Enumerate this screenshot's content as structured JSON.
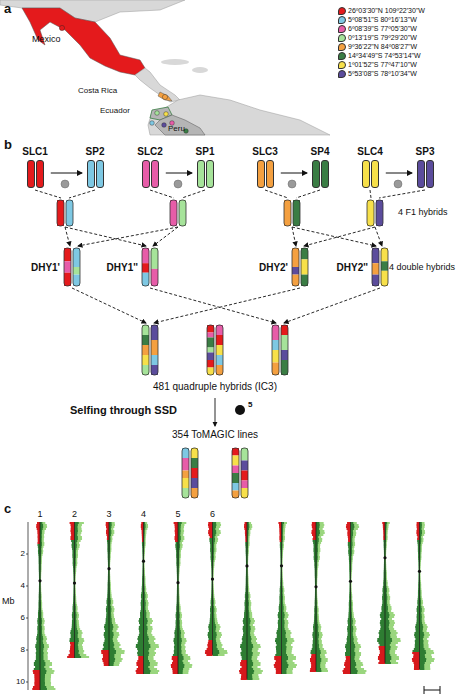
{
  "diagram": {
    "nodes": [
      {
        "text": [
          "SLC1"
        ]
      },
      {
        "text": [
          "SP2"
        ]
      },
      {
        "text": [
          "SLC2"
        ]
      },
      {
        "text": [
          "SP1"
        ]
      },
      {
        "text": [
          "SLC3"
        ]
      },
      {
        "text": [
          "SP4"
        ]
      },
      {
        "text": [
          "SLC4"
        ]
      },
      {
        "text": [
          "SP3"
        ]
      }
    ],
    "edges": [
      {
        "from": 0,
        "to": 1,
        "arrow": "to"
      },
      {
        "from": 2,
        "to": 3,
        "arrow": "to"
      },
      {
        "from": 4,
        "to": 5,
        "arrow": "to"
      },
      {
        "from": 6,
        "to": 7,
        "arrow": "to"
      }
    ],
    "labels": [
      "a",
      "Mexico",
      "Costa Rica",
      "Ecuador",
      "Peru",
      "b",
      "4 F1 hybrids",
      "DHY1'",
      "DHY1''",
      "DHY2'",
      "DHY2''",
      "4 double hybrids",
      "481 quadruple hybrids (IC3)",
      "Selfing through SSD",
      "5",
      "354 ToMAGIC lines",
      "c",
      "1",
      "2",
      "3",
      "4",
      "5",
      "6",
      "Mb",
      "2",
      "4",
      "6",
      "8",
      "10"
    ],
    "legend": [
      {
        "text": "26º03'30\"N 109º22'30\"W",
        "color": "#e41a1c"
      },
      {
        "text": "5º08'51\"S 80º16'13\"W",
        "color": "#7ec8e3"
      },
      {
        "text": "6º08'39\"S 77º05'30\"W",
        "color": "#e75ca8"
      },
      {
        "text": "0º13'19\"S 79º29'20\"W",
        "color": "#a6e39a"
      },
      {
        "text": "9º36'22\"N 84º08'27\"W",
        "color": "#f4a040"
      },
      {
        "text": "14º34'49\"S 74º53'14\"W",
        "color": "#3a7d44"
      },
      {
        "text": "1º01'52\"S 77º47'10\"W",
        "color": "#f7e04a"
      },
      {
        "text": "5º53'08\"S 78º10'34\"W",
        "color": "#5b4c9c"
      }
    ]
  }
}
